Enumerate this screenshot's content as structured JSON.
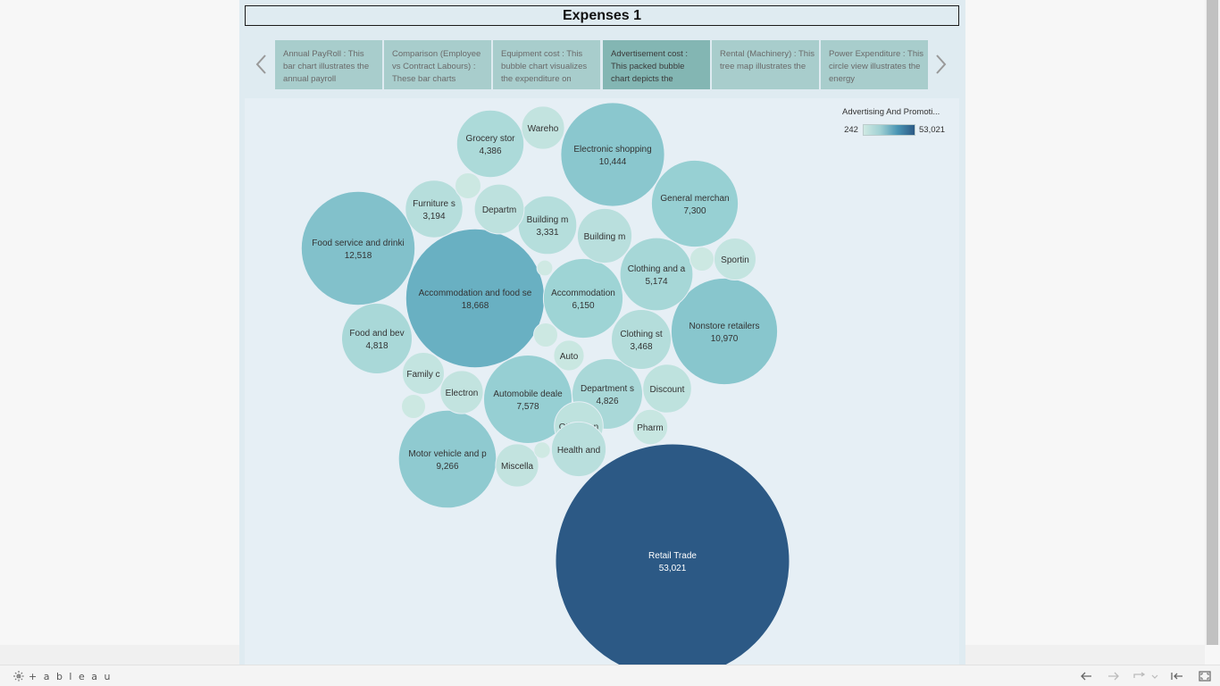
{
  "dashboard": {
    "title": "Expenses 1"
  },
  "story_points": [
    {
      "label": "Annual PayRoll : This bar chart illustrates the annual payroll",
      "active": false
    },
    {
      "label": "Comparison (Employee vs Contract Labours) : These bar charts",
      "active": false
    },
    {
      "label": "Equipment cost : This bubble chart visualizes the expenditure on",
      "active": false
    },
    {
      "label": "Advertisement cost : This packed bubble chart depicts the",
      "active": true
    },
    {
      "label": "Rental (Machinery) : This tree map illustrates the",
      "active": false
    },
    {
      "label": "Power Expenditure : This circle view illustrates the energy",
      "active": false
    }
  ],
  "legend": {
    "title": "Advertising And Promoti...",
    "min_label": "242",
    "max_label": "53,021",
    "ramp_start_color": "#cfe9e3",
    "ramp_end_color": "#2c5985"
  },
  "chart_data": {
    "type": "bubble",
    "measure": "Advertising And Promoti...",
    "color_range": [
      242,
      53021
    ],
    "bubbles": [
      {
        "label": "Retail Trade",
        "value_label": "53,021",
        "value": 53021
      },
      {
        "label": "Accommodation and food se",
        "value_label": "18,668",
        "value": 18668
      },
      {
        "label": "Food service and drinki",
        "value_label": "12,518",
        "value": 12518
      },
      {
        "label": "Nonstore retailers",
        "value_label": "10,970",
        "value": 10970
      },
      {
        "label": "Electronic shopping",
        "value_label": "10,444",
        "value": 10444
      },
      {
        "label": "Motor vehicle and p",
        "value_label": "9,266",
        "value": 9266
      },
      {
        "label": "Automobile deale",
        "value_label": "7,578",
        "value": 7578
      },
      {
        "label": "General merchan",
        "value_label": "7,300",
        "value": 7300
      },
      {
        "label": "Accommodation",
        "value_label": "6,150",
        "value": 6150
      },
      {
        "label": "Clothing and a",
        "value_label": "5,174",
        "value": 5174
      },
      {
        "label": "Department s",
        "value_label": "4,826",
        "value": 4826
      },
      {
        "label": "Food and bev",
        "value_label": "4,818",
        "value": 4818
      },
      {
        "label": "Grocery stor",
        "value_label": "4,386",
        "value": 4386
      },
      {
        "label": "Clothing st",
        "value_label": "3,468",
        "value": 3468
      },
      {
        "label": "Building m",
        "value_label": "3,331",
        "value": 3331
      },
      {
        "label": "Furniture s",
        "value_label": "3,194",
        "value": 3194
      },
      {
        "label": "Building m",
        "value_label": "",
        "value": 2900
      },
      {
        "label": "Departm",
        "value_label": "",
        "value": 2400
      },
      {
        "label": "Discount",
        "value_label": "",
        "value": 2300
      },
      {
        "label": "Other gen",
        "value_label": "",
        "value": 2300
      },
      {
        "label": "Health and",
        "value_label": "",
        "value": 2900
      },
      {
        "label": "Electron",
        "value_label": "",
        "value": 1800
      },
      {
        "label": "Family c",
        "value_label": "",
        "value": 1700
      },
      {
        "label": "Sportin",
        "value_label": "",
        "value": 1700
      },
      {
        "label": "Miscella",
        "value_label": "",
        "value": 1800
      },
      {
        "label": "Wareho",
        "value_label": "",
        "value": 1800
      },
      {
        "label": "Pharm",
        "value_label": "",
        "value": 1200
      },
      {
        "label": "Auto",
        "value_label": "",
        "value": 900
      },
      {
        "label": "",
        "value_label": "",
        "value": 650
      },
      {
        "label": "",
        "value_label": "",
        "value": 560
      },
      {
        "label": "",
        "value_label": "",
        "value": 560
      },
      {
        "label": "",
        "value_label": "",
        "value": 560
      },
      {
        "label": "",
        "value_label": "",
        "value": 260
      },
      {
        "label": "",
        "value_label": "",
        "value": 242
      }
    ]
  },
  "toolbar": {
    "logo_text": "+ a b l e a u"
  }
}
